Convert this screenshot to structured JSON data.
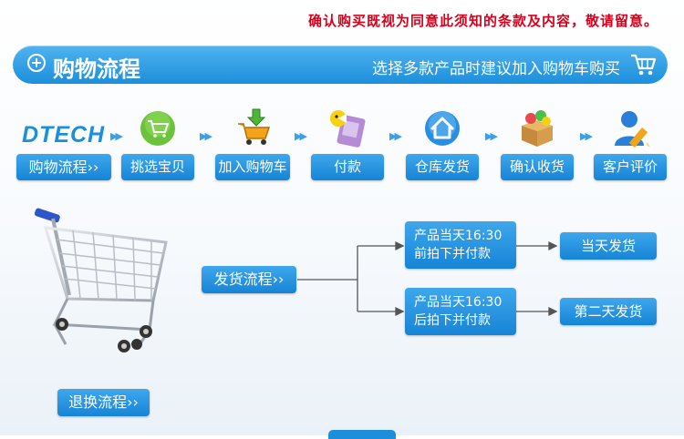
{
  "notice": "确认购买既视为同意此须知的条款及内容，敬请留意。",
  "banner": {
    "title": "购物流程",
    "tip": "选择多款产品时建议加入购物车购买",
    "cart_icon": "shopping-cart-icon",
    "plus_icon": "circle-plus-icon"
  },
  "brand": {
    "logo_text": "DTECH"
  },
  "flow": {
    "label": "购物流程››",
    "steps": [
      {
        "label": "挑选宝贝",
        "icon": "green-cart-icon"
      },
      {
        "label": "加入购物车",
        "icon": "cart-add-icon"
      },
      {
        "label": "付款",
        "icon": "payment-icon"
      },
      {
        "label": "仓库发货",
        "icon": "home-icon"
      },
      {
        "label": "确认收货",
        "icon": "package-box-icon"
      },
      {
        "label": "客户评价",
        "icon": "user-edit-icon"
      }
    ]
  },
  "shipping": {
    "label": "发货流程››",
    "cases": [
      {
        "condition_line1": "产品当天16:30",
        "condition_line2": "前拍下并付款",
        "result": "当天发货"
      },
      {
        "condition_line1": "产品当天16:30",
        "condition_line2": "后拍下并付款",
        "result": "第二天发货"
      }
    ]
  },
  "returns": {
    "label": "退换流程››"
  },
  "colors": {
    "accent": "#1c8fdc",
    "notice": "#d8001c",
    "connector": "#555555"
  }
}
